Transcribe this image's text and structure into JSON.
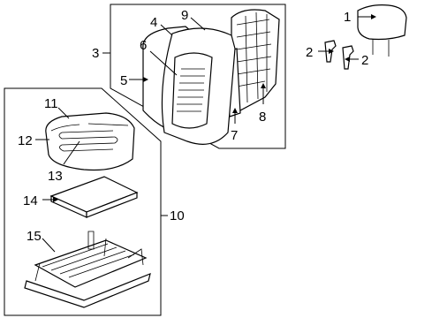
{
  "callouts": {
    "c1": "1",
    "c2a": "2",
    "c2b": "2",
    "c3": "3",
    "c4": "4",
    "c5": "5",
    "c6": "6",
    "c7": "7",
    "c8": "8",
    "c9": "9",
    "c10": "10",
    "c11": "11",
    "c12": "12",
    "c13": "13",
    "c14": "14",
    "c15": "15"
  },
  "icons": {
    "headrest": "headrest-icon",
    "guide": "headrest-guide-icon",
    "back_frame": "seat-back-frame-icon",
    "back_pad": "seat-back-pad-icon",
    "cushion": "seat-cushion-icon",
    "heater": "heater-mat-icon",
    "pan": "cushion-pan-icon",
    "track": "seat-track-frame-icon"
  }
}
